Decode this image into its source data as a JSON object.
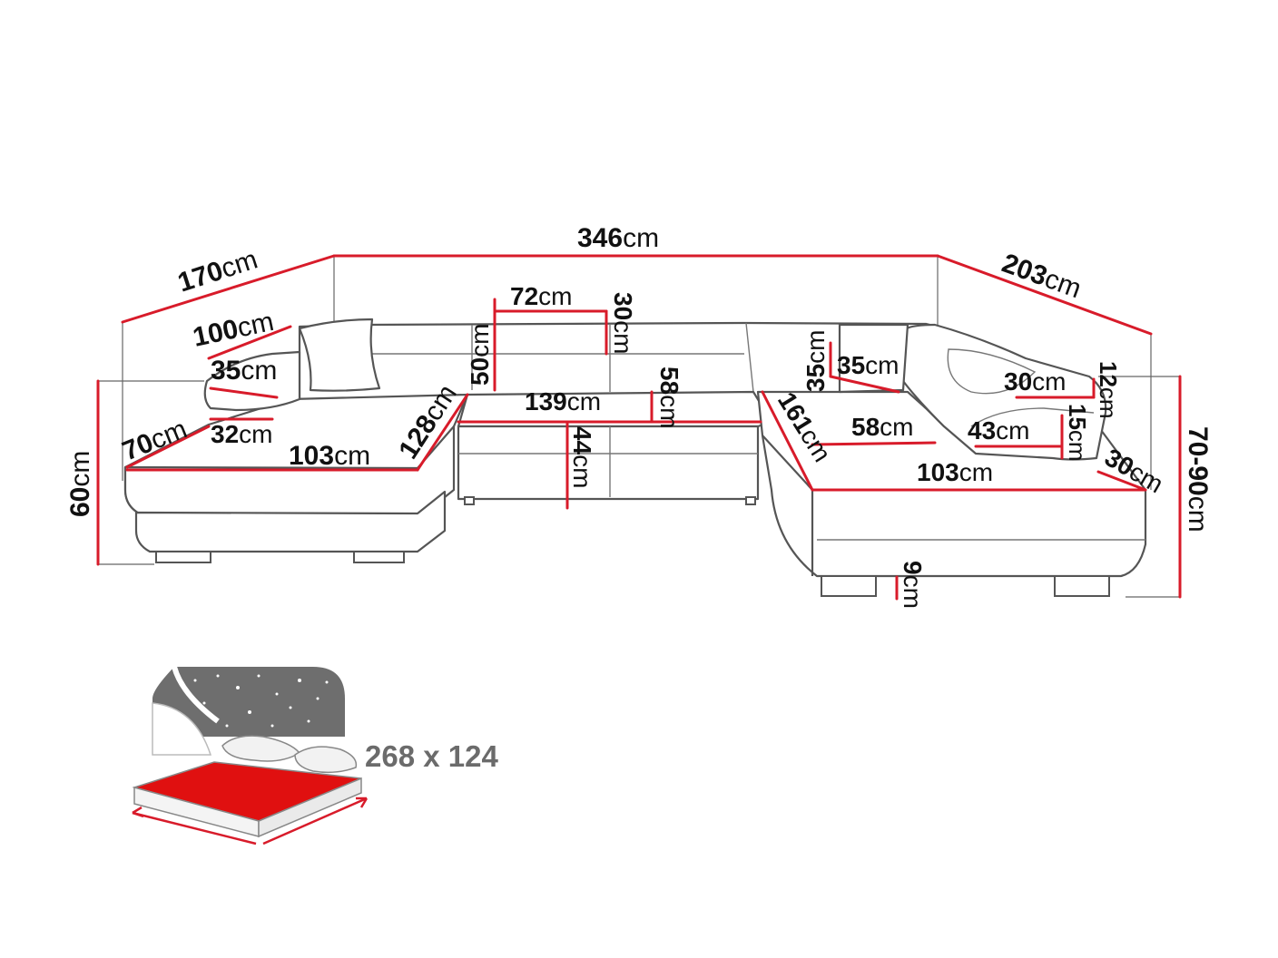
{
  "dimensions": {
    "total_width": {
      "value": "346",
      "unit": "cm"
    },
    "left_depth": {
      "value": "170",
      "unit": "cm"
    },
    "right_depth": {
      "value": "203",
      "unit": "cm"
    },
    "left_arm_length": {
      "value": "100",
      "unit": "cm"
    },
    "left_arm_depth": {
      "value": "35",
      "unit": "cm"
    },
    "left_ottoman_width": {
      "value": "70",
      "unit": "cm"
    },
    "left_arm_height": {
      "value": "32",
      "unit": "cm"
    },
    "left_seat_length": {
      "value": "103",
      "unit": "cm"
    },
    "left_corner_diag": {
      "value": "128",
      "unit": "cm"
    },
    "overall_height_left": {
      "value": "60",
      "unit": "cm"
    },
    "headrest_width": {
      "value": "72",
      "unit": "cm"
    },
    "headrest_height": {
      "value": "30",
      "unit": "cm"
    },
    "backrest_height": {
      "value": "50",
      "unit": "cm"
    },
    "middle_seat_width": {
      "value": "139",
      "unit": "cm"
    },
    "middle_seat_depth": {
      "value": "58",
      "unit": "cm"
    },
    "seat_height": {
      "value": "44",
      "unit": "cm"
    },
    "right_back_height": {
      "value": "35",
      "unit": "cm"
    },
    "right_back_width": {
      "value": "35",
      "unit": "cm"
    },
    "right_corner_diag": {
      "value": "161",
      "unit": "cm"
    },
    "right_seat_depth": {
      "value": "58",
      "unit": "cm"
    },
    "right_arm_width": {
      "value": "30",
      "unit": "cm"
    },
    "right_arm_top": {
      "value": "12",
      "unit": "cm"
    },
    "right_arm_length": {
      "value": "43",
      "unit": "cm"
    },
    "right_arm_height": {
      "value": "15",
      "unit": "cm"
    },
    "right_ottoman_end": {
      "value": "30",
      "unit": "cm"
    },
    "right_seat_length": {
      "value": "103",
      "unit": "cm"
    },
    "overall_height_right": {
      "value": "70-90",
      "unit": "cm"
    },
    "leg_height": {
      "value": "9",
      "unit": "cm"
    }
  },
  "bed": {
    "size_label": "268 x 124"
  },
  "colors": {
    "accent_red": "#d81b2a",
    "outline": "#555555",
    "bed_surface": "#e01010",
    "night_sky": "#6e6e6e"
  },
  "icons": {
    "bed": "sleeping-function-icon"
  }
}
